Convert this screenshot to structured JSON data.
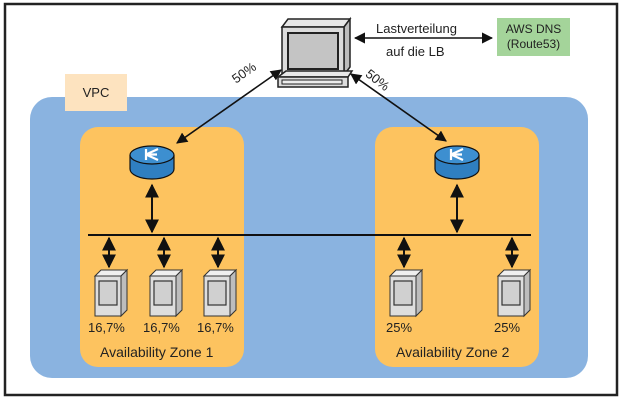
{
  "diagram": {
    "title_label": "Lastverteilung",
    "title_label_2": "auf die LB",
    "dns": {
      "line1": "AWS DNS",
      "line2": "(Route53)"
    },
    "vpc_label": "VPC",
    "client_to_lb": [
      {
        "target": "Availability Zone 1",
        "share": "50%"
      },
      {
        "target": "Availability Zone 2",
        "share": "50%"
      }
    ],
    "zones": [
      {
        "name": "Availability Zone 1",
        "servers": [
          {
            "share": "16,7%"
          },
          {
            "share": "16,7%"
          },
          {
            "share": "16,7%"
          }
        ]
      },
      {
        "name": "Availability Zone 2",
        "servers": [
          {
            "share": "25%"
          },
          {
            "share": "25%"
          }
        ]
      }
    ],
    "colors": {
      "vpc": "#8ab3e0",
      "zone": "#fdc35f",
      "dns": "#a4d49a",
      "vpc_tag": "#fde3bf",
      "load_balancer": "#3d8fd0"
    }
  }
}
